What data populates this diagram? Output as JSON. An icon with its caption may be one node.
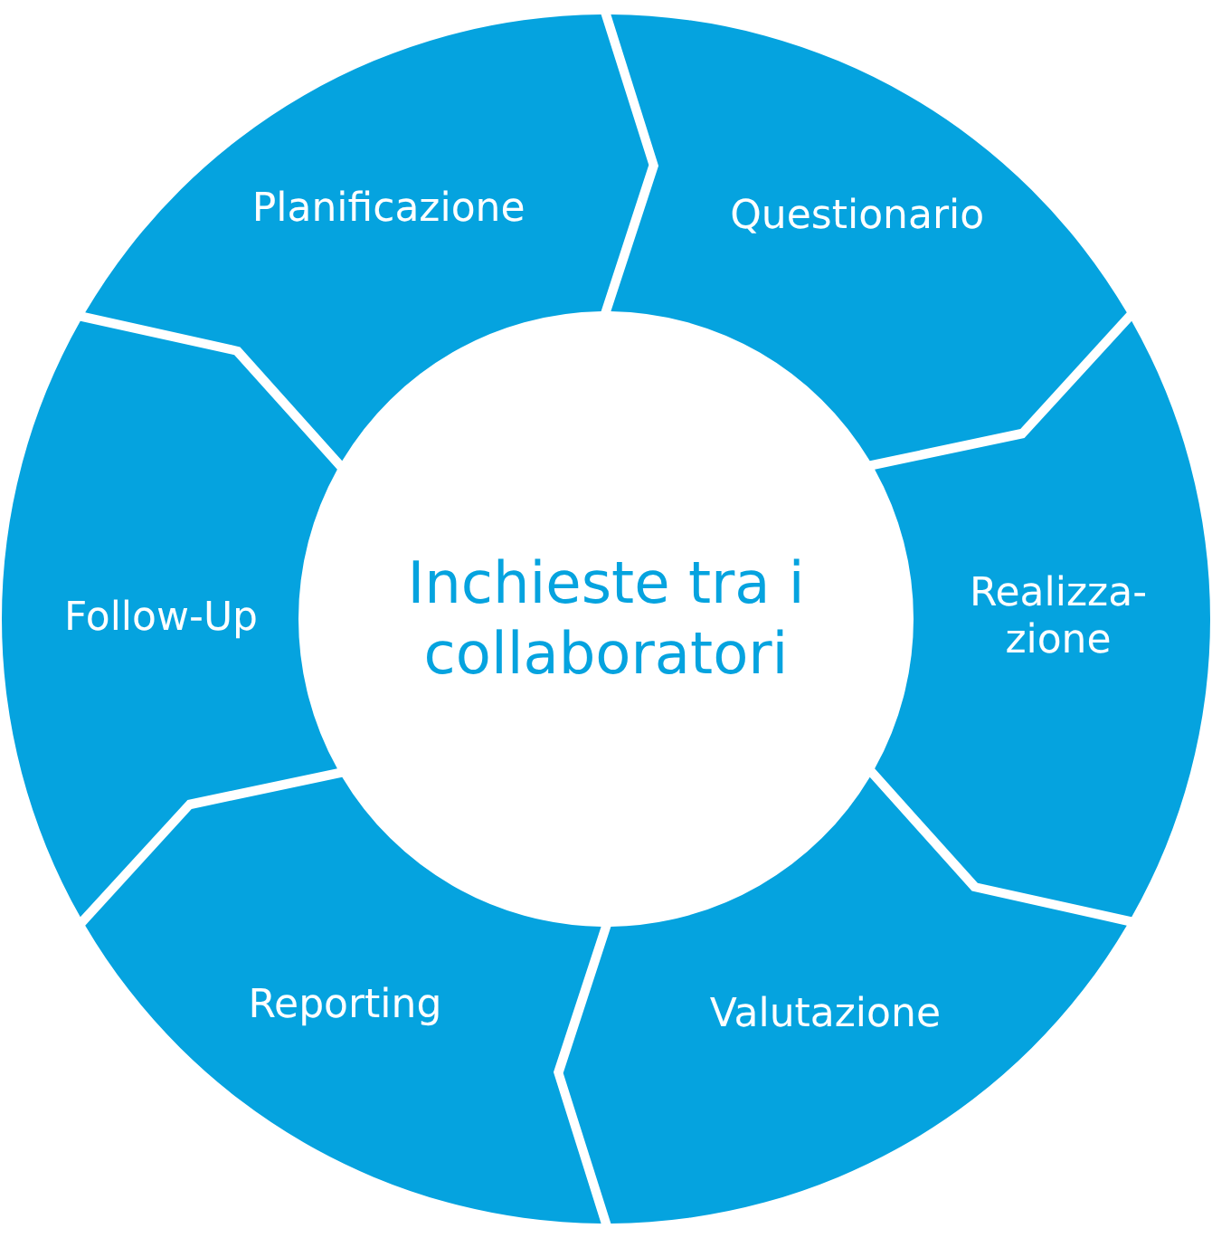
{
  "diagram": {
    "nodes": [
      {
        "text": [
          "Inchieste tra i collaboratori"
        ]
      },
      {
        "text": [
          "Planificazione"
        ]
      },
      {
        "text": [
          "Questionario"
        ]
      },
      {
        "text": [
          "Realizza- zione"
        ]
      },
      {
        "text": [
          "Valutazione"
        ]
      },
      {
        "text": [
          "Reporting"
        ]
      },
      {
        "text": [
          "Follow-Up"
        ]
      }
    ]
  }
}
